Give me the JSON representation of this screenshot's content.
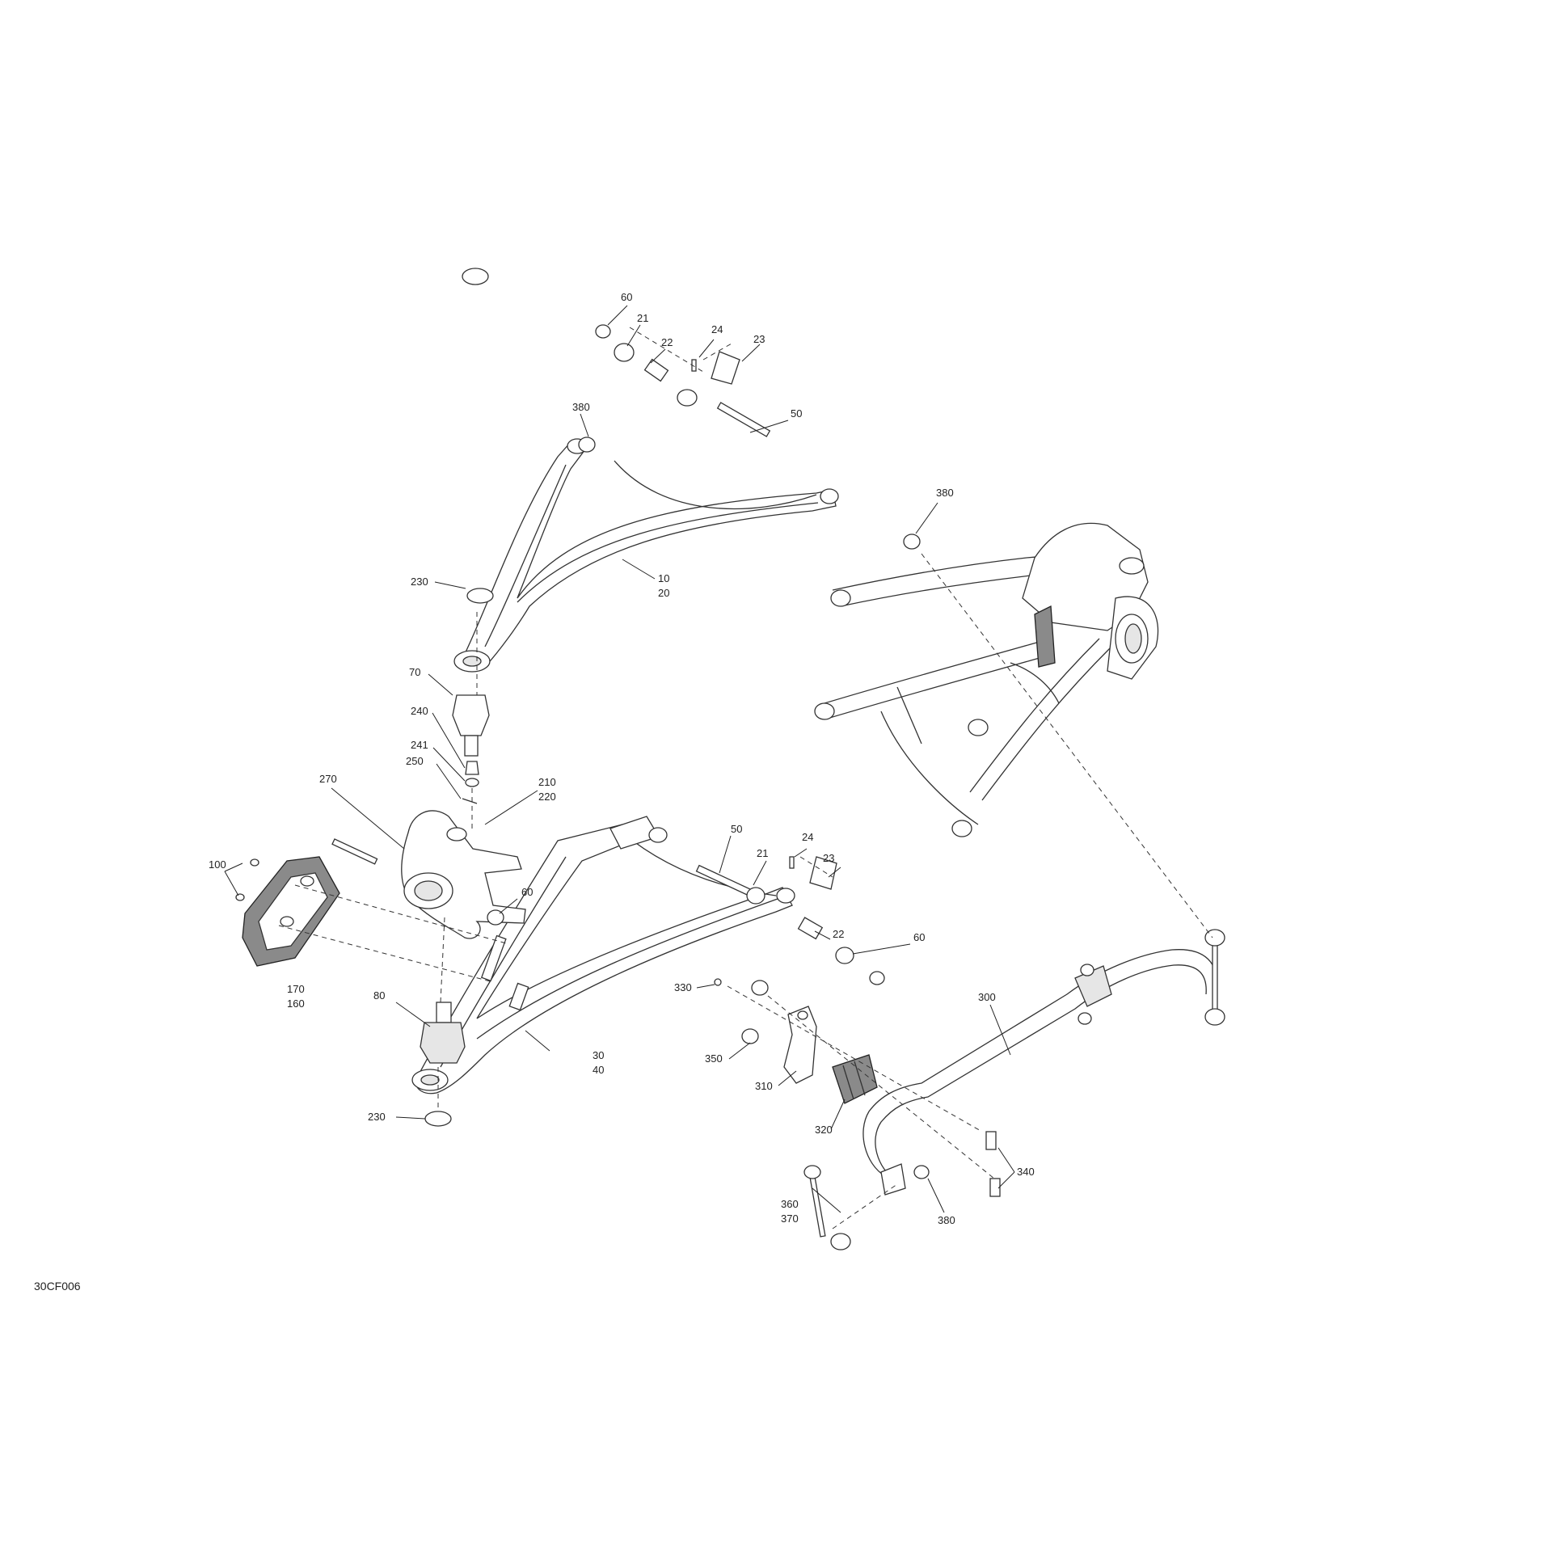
{
  "reference_code": "30CF006",
  "callouts": {
    "c60a": "60",
    "c21a": "21",
    "c22a": "22",
    "c24a": "24",
    "c23a": "23",
    "c380a": "380",
    "c50a": "50",
    "c380b": "380",
    "c230a": "230",
    "c10": "10",
    "c20": "20",
    "c70": "70",
    "c240": "240",
    "c241": "241",
    "c250": "250",
    "c270": "270",
    "c210": "210",
    "c220": "220",
    "c50b": "50",
    "c24b": "24",
    "c21b": "21",
    "c23b": "23",
    "c100": "100",
    "c60b": "60",
    "c22b": "22",
    "c60c": "60",
    "c170": "170",
    "c160": "160",
    "c80": "80",
    "c300": "300",
    "c330": "330",
    "c350": "350",
    "c310": "310",
    "c30": "30",
    "c40": "40",
    "c320": "320",
    "c230b": "230",
    "c340": "340",
    "c360": "360",
    "c370": "370",
    "c380c": "380"
  }
}
